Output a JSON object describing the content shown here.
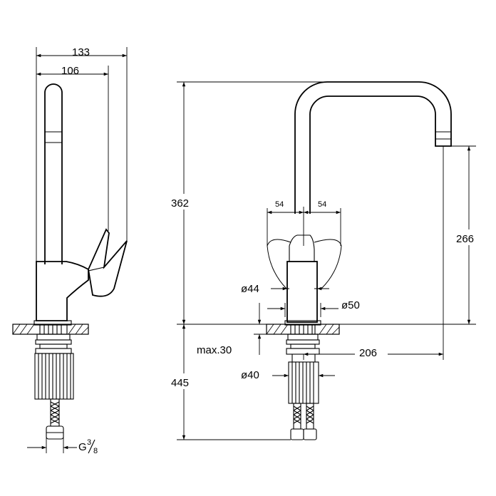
{
  "dimensions": {
    "total_depth": "133",
    "lever_depth": "106",
    "total_height": "362",
    "lever_offset_left": "54",
    "lever_offset_right": "54",
    "outlet_height": "266",
    "body_diameter": "ø44",
    "base_diameter": "ø50",
    "max_deck_thickness": "max.30",
    "spout_reach": "206",
    "shank_diameter": "ø40",
    "below_deck_length": "445",
    "thread_main": "G",
    "thread_num": "3",
    "thread_den": "8"
  },
  "colors": {
    "line": "#000000",
    "background": "#ffffff"
  }
}
